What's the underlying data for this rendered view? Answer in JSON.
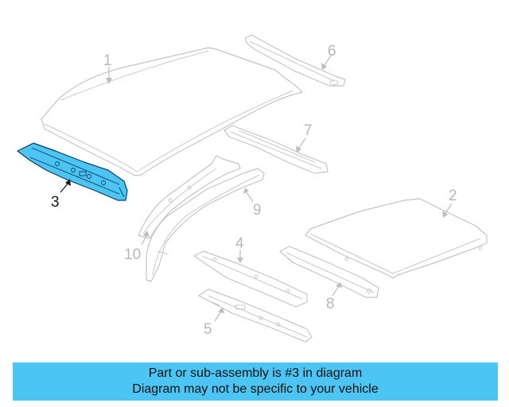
{
  "diagram": {
    "highlighted_part": "3",
    "labels": {
      "p1": "1",
      "p2": "2",
      "p3": "3",
      "p4": "4",
      "p5": "5",
      "p6": "6",
      "p7": "7",
      "p8": "8",
      "p9": "9",
      "p10": "10"
    }
  },
  "banner": {
    "line1": "Part or sub-assembly is #3 in diagram",
    "line2": "Diagram may not be specific to your vehicle"
  },
  "colors": {
    "highlight": "#4cc4f4",
    "banner": "#4cc4f4",
    "outline": "#c4c4c4"
  }
}
